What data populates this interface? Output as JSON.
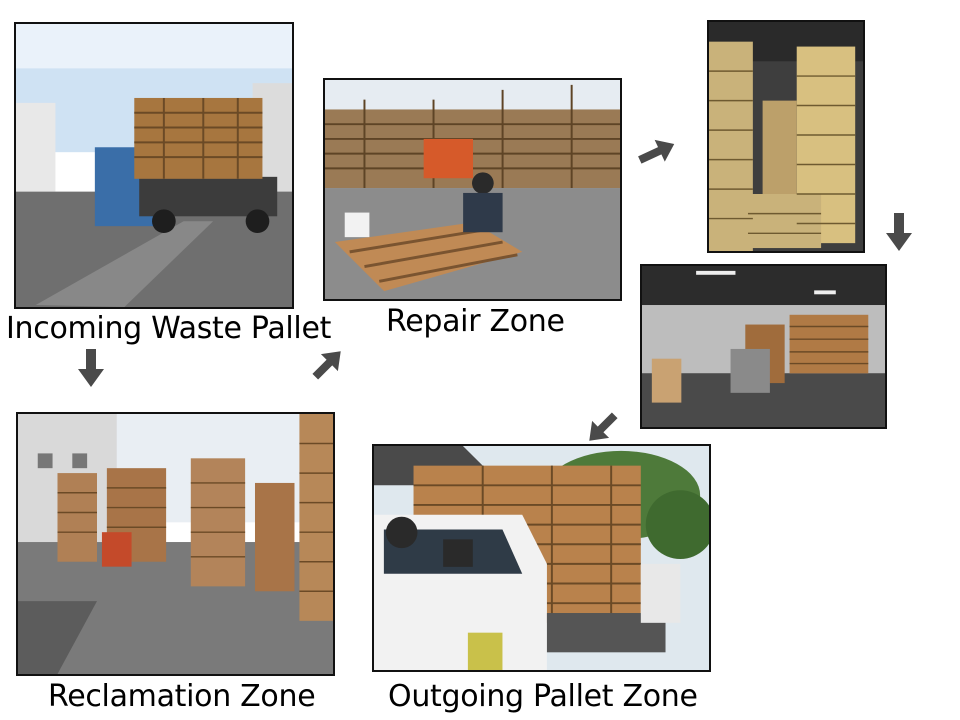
{
  "captions": {
    "incoming": "Incoming Waste Pallet",
    "repair": "Repair Zone",
    "reclamation": "Reclamation Zone",
    "outgoing": "Outgoing Pallet Zone"
  },
  "colors": {
    "arrow": "#4a4a4a",
    "frame": "#111111",
    "pallet_wood": "#b07a45",
    "sky": "#cfe2f3"
  },
  "icons": {
    "flow_arrow": "arrow-icon"
  }
}
